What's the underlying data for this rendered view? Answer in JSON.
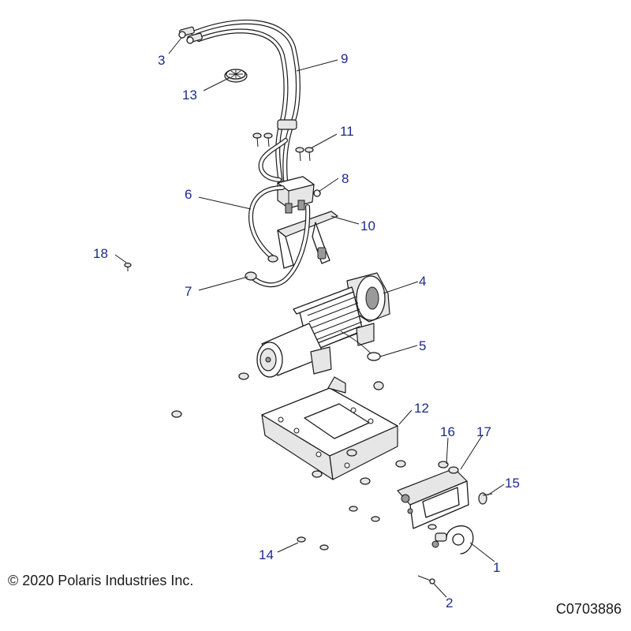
{
  "footer": {
    "copyright": "© 2020 Polaris Industries Inc.",
    "drawing_number": "C0703886"
  },
  "callouts": [
    {
      "id": "1",
      "label": "1"
    },
    {
      "id": "2",
      "label": "2"
    },
    {
      "id": "3",
      "label": "3"
    },
    {
      "id": "4",
      "label": "4"
    },
    {
      "id": "5",
      "label": "5"
    },
    {
      "id": "6",
      "label": "6"
    },
    {
      "id": "7",
      "label": "7"
    },
    {
      "id": "8",
      "label": "8"
    },
    {
      "id": "9",
      "label": "9"
    },
    {
      "id": "10",
      "label": "10"
    },
    {
      "id": "11",
      "label": "11"
    },
    {
      "id": "12",
      "label": "12"
    },
    {
      "id": "13",
      "label": "13"
    },
    {
      "id": "14",
      "label": "14"
    },
    {
      "id": "15",
      "label": "15"
    },
    {
      "id": "16",
      "label": "16"
    },
    {
      "id": "17",
      "label": "17"
    },
    {
      "id": "18",
      "label": "18"
    }
  ],
  "colors": {
    "callout_text": "#1c2a8c",
    "line_art": "#1a1a1a",
    "background": "#ffffff"
  }
}
